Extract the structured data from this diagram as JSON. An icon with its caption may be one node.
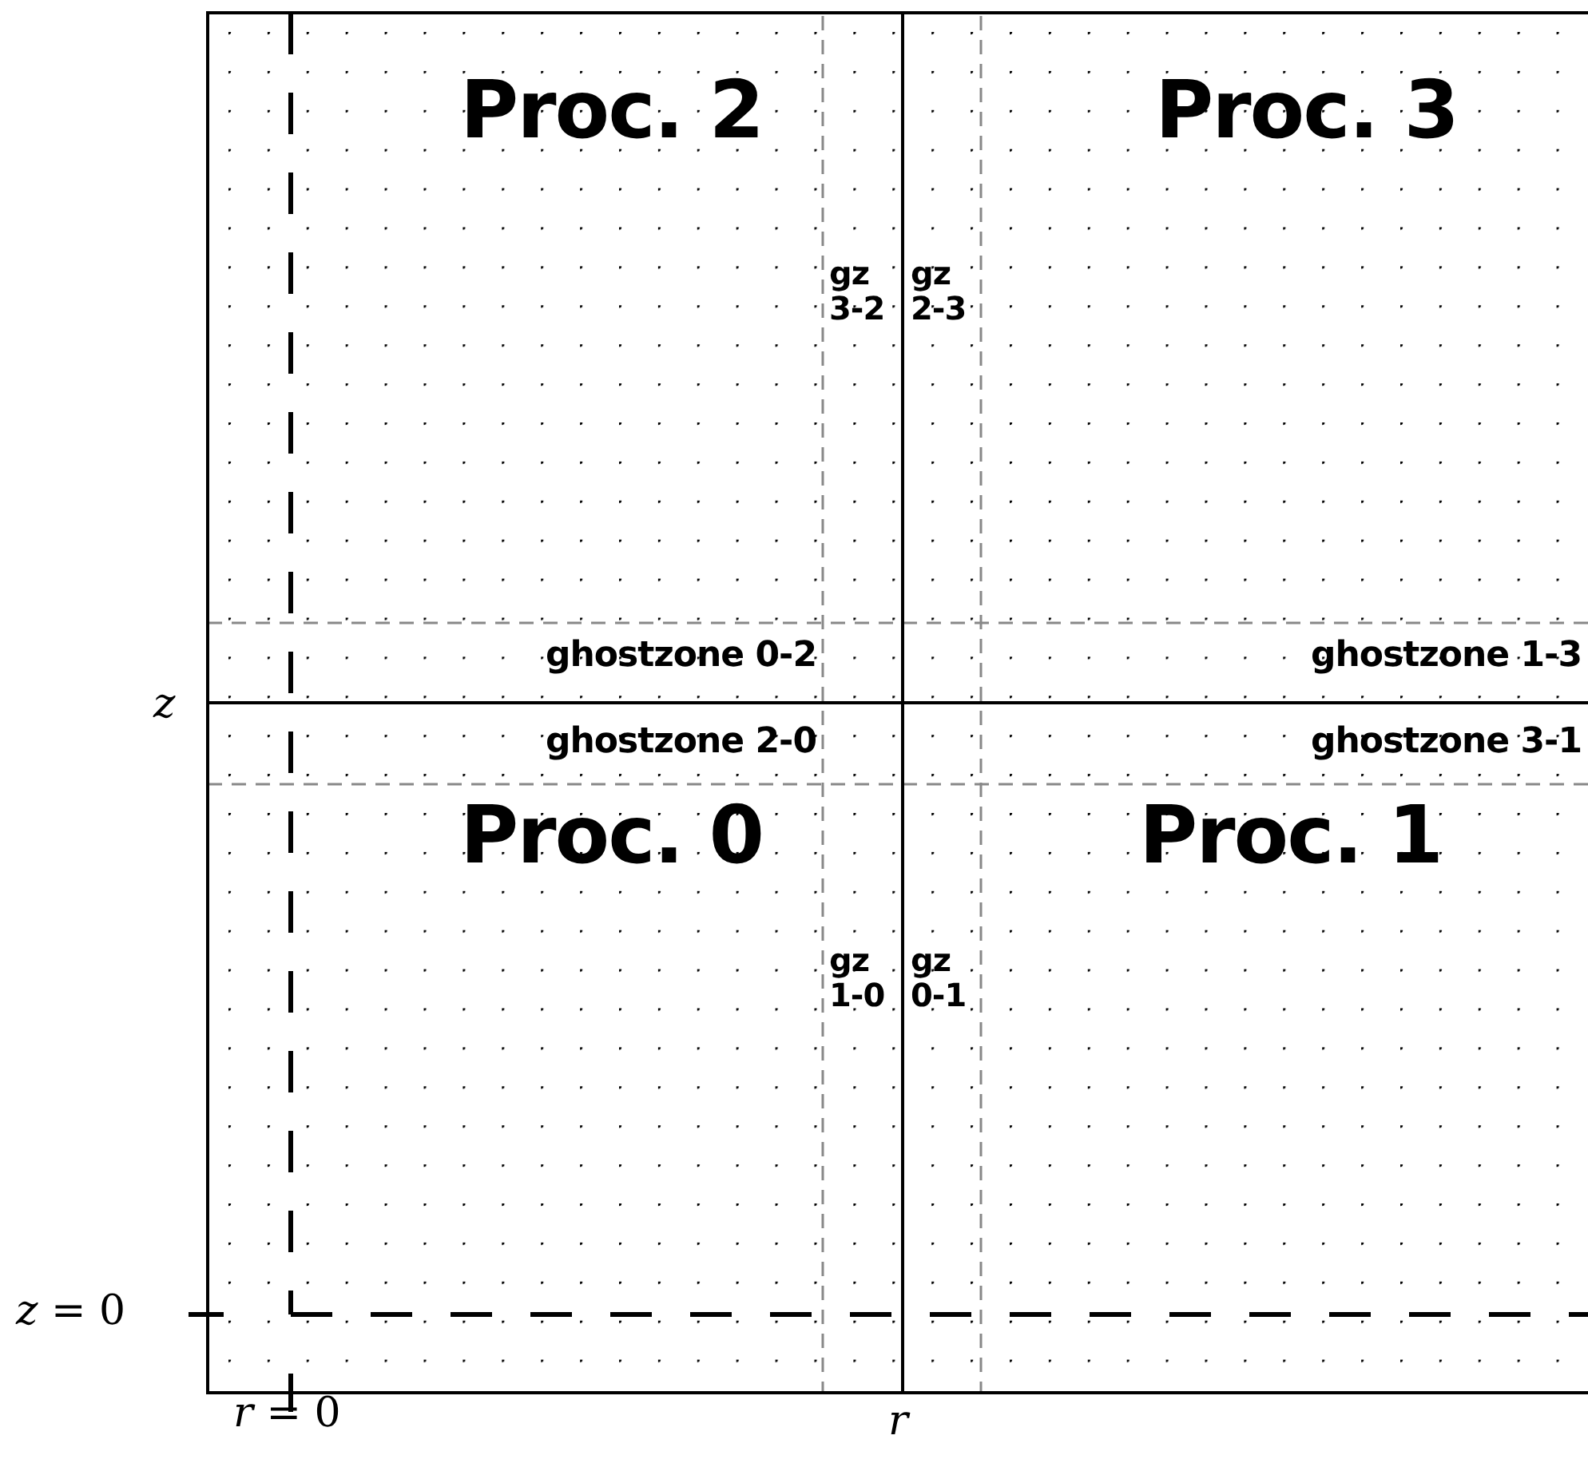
{
  "diagram": {
    "nodes": [
      {
        "text": [
          "Proc. 2"
        ]
      },
      {
        "text": [
          "Proc. 3"
        ]
      },
      {
        "text": [
          "Proc. 0"
        ]
      },
      {
        "text": [
          "Proc. 1"
        ]
      }
    ],
    "labels": [
      "gz 3-2",
      "gz 2-3",
      "ghostzone 0-2",
      "ghostzone 1-3",
      "z",
      "ghostzone 2-0",
      "ghostzone 3-1",
      "gz 1-0",
      "gz 0-1",
      "*z* = 0",
      "*r* = 0",
      "r"
    ]
  }
}
